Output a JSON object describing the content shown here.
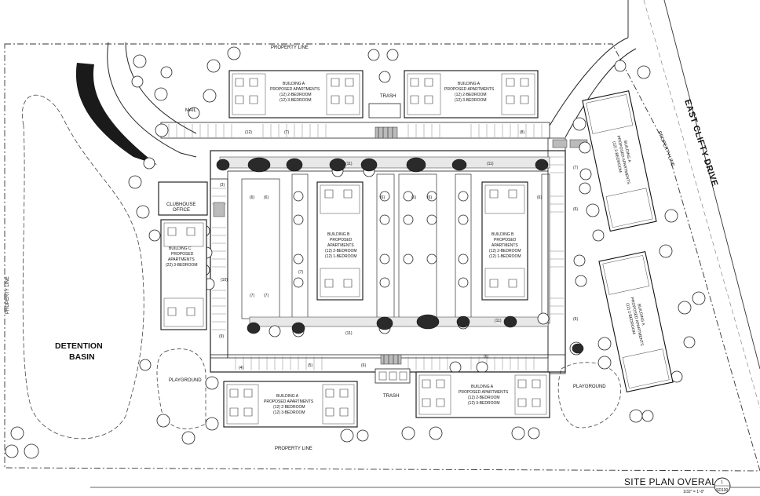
{
  "drawing": {
    "title": "SITE PLAN OVERALL",
    "scale": "1/32\" = 1'-0\"",
    "sheet_number": "1",
    "sheet_id": "SD100"
  },
  "labels": {
    "property_line": "PROPERTY LINE",
    "road": "EAST CLIFTY DRIVE",
    "detention_line1": "DETENTION",
    "detention_line2": "BASIN",
    "playground": "PLAYGROUND",
    "trash": "TRASH",
    "mail": "MAIL",
    "clubhouse_line1": "CLUBHOUSE",
    "clubhouse_line2": "OFFICE"
  },
  "buildings": {
    "a": {
      "line1": "BUILDING A",
      "line2": "PROPOSED APARTMENTS",
      "line3": "(12) 2-BEDROOM",
      "line4": "(12) 3-BEDROOM"
    },
    "b": {
      "line1": "BUILDING B",
      "line2": "PROPOSED",
      "line3": "APARTMENTS",
      "line4": "(12) 2-BEDROOM",
      "line5": "(12) 1-BEDROOM"
    },
    "c": {
      "line1": "BUILDING C",
      "line2": "PROPOSED",
      "line3": "APARTMENTS",
      "line4": "(22) 3-BEDROOM"
    }
  },
  "parking_counts": [
    "(12)",
    "(7)",
    "(8)",
    "(11)",
    "(6)",
    "(3)",
    "(10)",
    "(9)",
    "(4)",
    "(5)"
  ]
}
